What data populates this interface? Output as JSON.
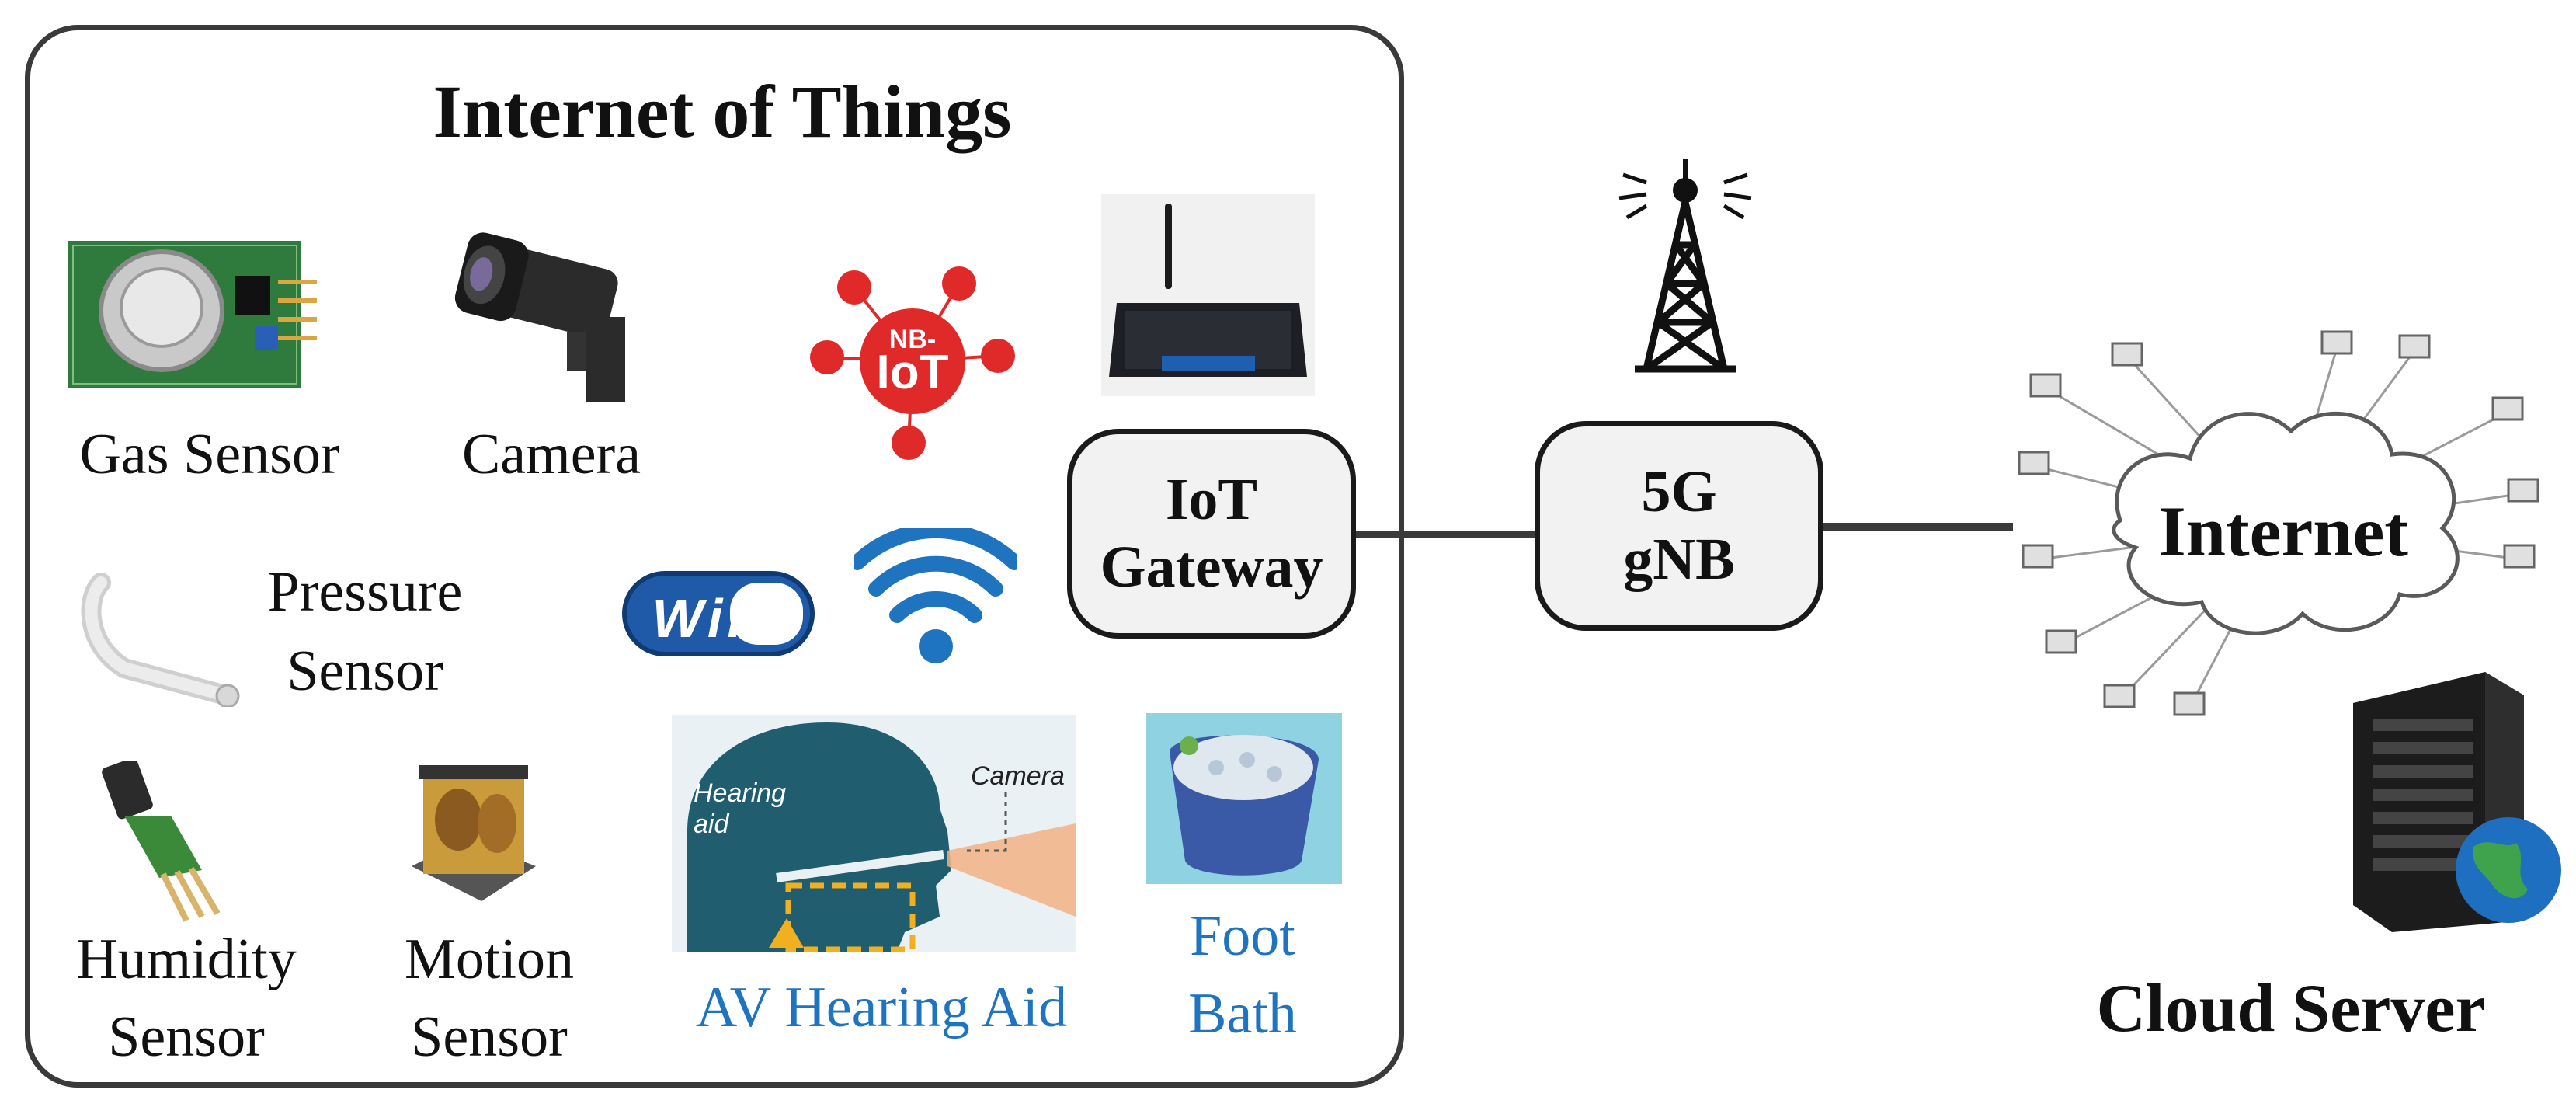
{
  "iot_panel": {
    "title": "Internet of Things",
    "devices": {
      "gas_sensor": "Gas Sensor",
      "camera": "Camera",
      "pressure_sensor_line1": "Pressure",
      "pressure_sensor_line2": "Sensor",
      "humidity_sensor_line1": "Humidity",
      "humidity_sensor_line2": "Sensor",
      "motion_sensor_line1": "Motion",
      "motion_sensor_line2": "Sensor",
      "av_hearing_aid": "AV Hearing Aid",
      "foot_bath_line1": "Foot",
      "foot_bath_line2": "Bath"
    },
    "protocol_labels": {
      "nbiot_top": "NB-",
      "nbiot_bottom": "IoT",
      "wifi": "WiFi"
    },
    "hearing_aid_image": {
      "hearing_label_line1": "Hearing",
      "hearing_label_line2": "aid",
      "camera_label": "Camera"
    }
  },
  "nodes": {
    "iot_gateway_line1": "IoT",
    "iot_gateway_line2": "Gateway",
    "gnb_line1": "5G",
    "gnb_line2": "gNB",
    "internet": "Internet",
    "cloud_server": "Cloud Server"
  },
  "colors": {
    "accent_blue": "#1f74c0",
    "nbiot_red": "#e02a2a",
    "wifi_blue": "#1f74c0",
    "frame": "#3a3a3a"
  }
}
